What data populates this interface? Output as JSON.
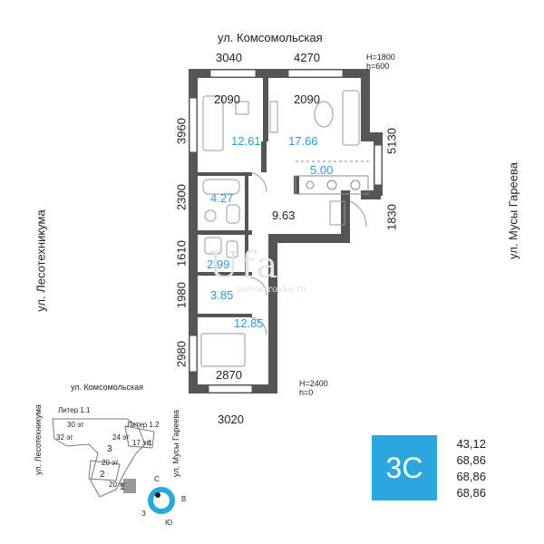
{
  "streets": {
    "top": "ул. Комсомольская",
    "left": "ул. Лесотехникума",
    "right": "ул. Мусы Гареева"
  },
  "dims": {
    "top_left": "3040",
    "top_right": "4270",
    "inner_left": "2090",
    "inner_right": "2090",
    "bottom_inner": "2870",
    "bottom": "3020",
    "left_1": "3960",
    "left_2": "2300",
    "left_3": "1610",
    "left_4": "1980",
    "left_5": "2980",
    "right_1": "5130",
    "right_2": "1830"
  },
  "notes": {
    "window_top_1": "H=1800",
    "window_top_2": "h=600",
    "window_bottom_1": "H=2400",
    "window_bottom_2": "h=0"
  },
  "rooms": {
    "bedroom_left": "12.61",
    "living": "17.66",
    "kitchen": "5.00",
    "bath": "4.27",
    "hall": "9.63",
    "wc": "2.99",
    "storage": "3.85",
    "bedroom_bottom": "12.85"
  },
  "watermark": {
    "main": "Ufa",
    "sub": "novostroyka.ru"
  },
  "minimap": {
    "street_top": "ул. Комсомольская",
    "street_left": "ул. Лесотехникума",
    "street_right": "ул. Мусы Гареева",
    "lit_1": "Литер 1.1",
    "lit_2": "Литер 1.2",
    "f30": "30 эт",
    "f32": "32 эт",
    "f24": "24 эт",
    "f17": "17 эт",
    "f20": "20 эт",
    "f20b": "20 эт",
    "n3": "3",
    "n4": "4",
    "n2": "2",
    "n1": "1"
  },
  "compass": {
    "n": "С",
    "e": "В",
    "s": "Ю",
    "w": "З"
  },
  "apartment": {
    "type": "3С",
    "areas": [
      "43,12",
      "68,86",
      "68,86",
      "68,86"
    ]
  },
  "colors": {
    "wall": "#555555",
    "accent": "#2aa7de",
    "area_text": "#2a9fd6"
  }
}
